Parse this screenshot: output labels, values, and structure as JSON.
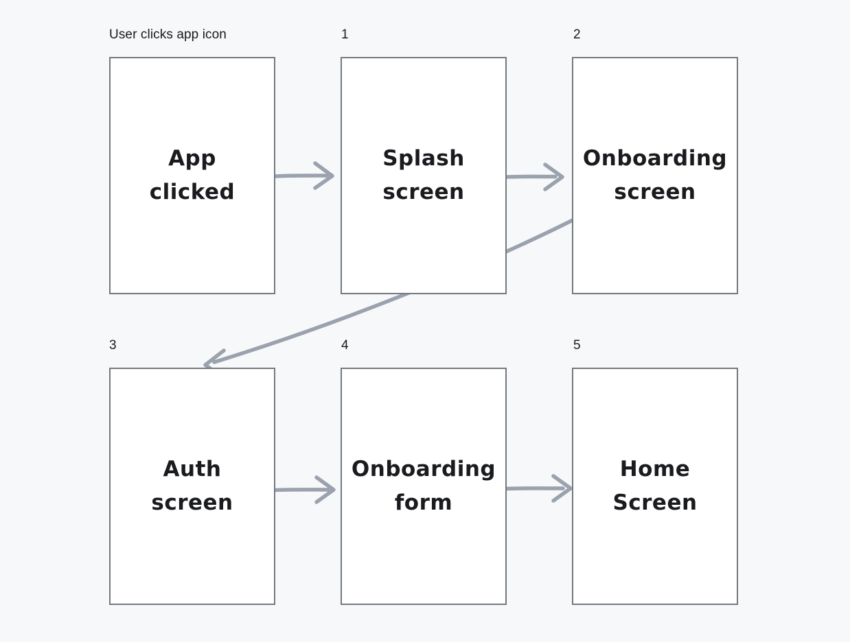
{
  "diagram": {
    "type": "app-flow-wireframe",
    "screens": [
      {
        "label": "User clicks app icon",
        "caption": [
          "App",
          "clicked"
        ]
      },
      {
        "label": "1",
        "caption": [
          "Splash",
          "screen"
        ]
      },
      {
        "label": "2",
        "caption": [
          "Onboarding",
          "screen"
        ]
      },
      {
        "label": "3",
        "caption": [
          "Auth",
          "screen"
        ]
      },
      {
        "label": "4",
        "caption": [
          "Onboarding",
          "form"
        ]
      },
      {
        "label": "5",
        "caption": [
          "Home",
          "Screen"
        ]
      }
    ],
    "arrows": [
      {
        "from": "App clicked",
        "to": "Splash screen"
      },
      {
        "from": "Splash screen",
        "to": "Onboarding screen"
      },
      {
        "from": "Onboarding screen",
        "to": "Auth screen"
      },
      {
        "from": "Auth screen",
        "to": "Onboarding form"
      },
      {
        "from": "Onboarding form",
        "to": "Home Screen"
      }
    ],
    "colors": {
      "background": "#f7f8fa",
      "box_fill": "#ffffff",
      "box_border": "#74777d",
      "arrow": "#9aa2ad",
      "text": "#1a1b1e"
    }
  }
}
